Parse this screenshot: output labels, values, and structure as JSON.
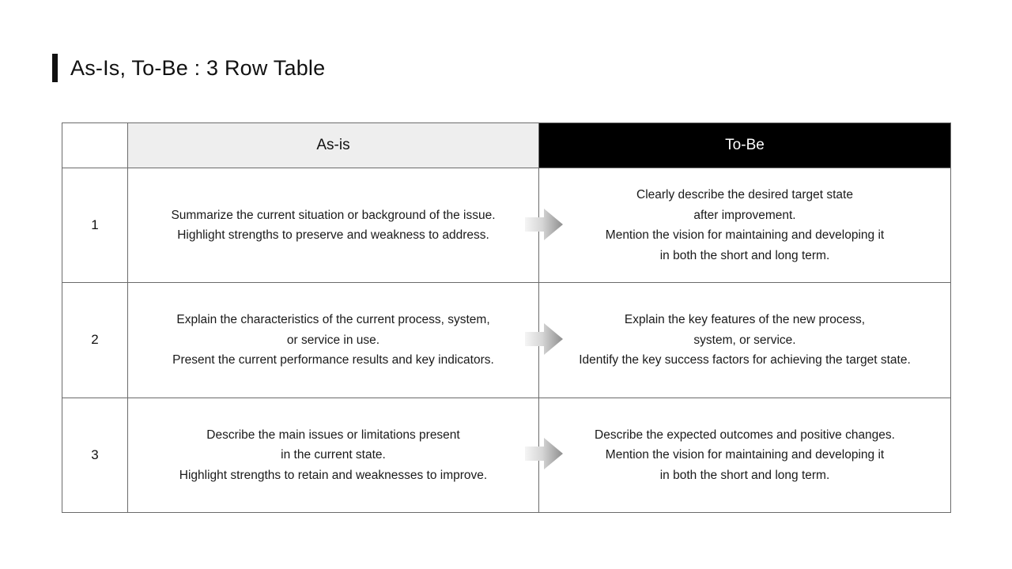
{
  "slide": {
    "title": "As-Is, To-Be : 3 Row Table",
    "accent_color": "#111111",
    "background_color": "#ffffff"
  },
  "table": {
    "headers": {
      "number_column": "",
      "as_is": "As-is",
      "to_be": "To-Be"
    },
    "header_styles": {
      "as_is_background": "#eeeeee",
      "as_is_text_color": "#111111",
      "to_be_background": "#000000",
      "to_be_text_color": "#ffffff",
      "border_color": "#6b6b6b"
    },
    "arrow_icon": {
      "name": "right-arrow-icon",
      "gradient_from": "#f2f2f2",
      "gradient_to": "#8c8c8c"
    },
    "rows": [
      {
        "number": "1",
        "as_is_lines": [
          "Summarize the current situation or background of the issue.",
          "Highlight strengths to preserve and weakness to address."
        ],
        "to_be_lines": [
          "Clearly describe the desired target state",
          "after improvement.",
          "Mention the vision for maintaining and developing it",
          "in both the short and long term."
        ]
      },
      {
        "number": "2",
        "as_is_lines": [
          "Explain the characteristics of the current process, system,",
          "or service in use.",
          "Present the current performance results and key indicators."
        ],
        "to_be_lines": [
          "Explain the key features of the new process,",
          "system, or service.",
          "Identify the key success factors for achieving the target state."
        ]
      },
      {
        "number": "3",
        "as_is_lines": [
          "Describe the main issues or limitations present",
          "in the current state.",
          "Highlight strengths to retain and weaknesses to improve."
        ],
        "to_be_lines": [
          "Describe the expected outcomes and positive changes.",
          "Mention the vision for maintaining and developing it",
          "in both the short and long term."
        ]
      }
    ]
  }
}
